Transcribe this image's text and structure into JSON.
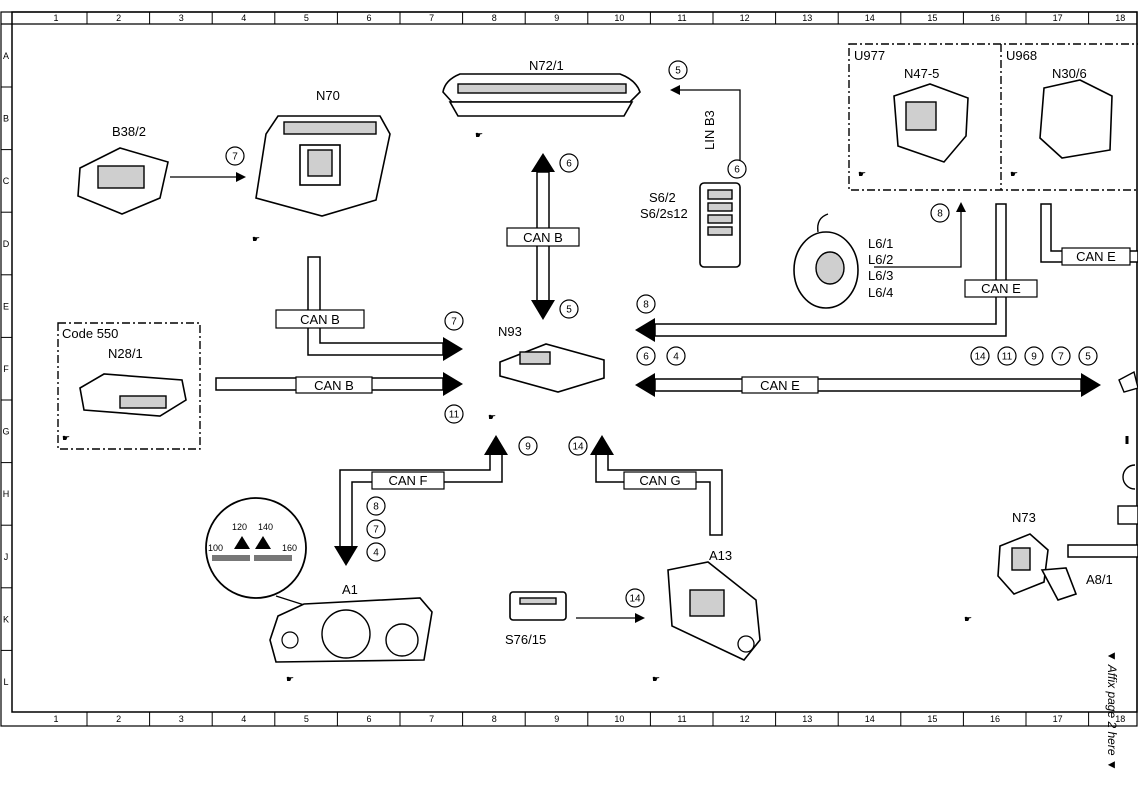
{
  "grid": {
    "columns": [
      "1",
      "2",
      "3",
      "4",
      "5",
      "6",
      "7",
      "8",
      "9",
      "10",
      "11",
      "12",
      "13",
      "14",
      "15",
      "16",
      "17",
      "18"
    ],
    "rows": [
      "A",
      "B",
      "C",
      "D",
      "E",
      "F",
      "G",
      "H",
      "J",
      "K",
      "L"
    ]
  },
  "components": {
    "n72_1": "N72/1",
    "n70": "N70",
    "b38_2": "B38/2",
    "s6_2": "S6/2",
    "s6_2s12": "S6/2s12",
    "u977": "U977",
    "n47_5": "N47-5",
    "u968": "U968",
    "n30_6": "N30/6",
    "l6_1": "L6/1",
    "l6_2": "L6/2",
    "l6_3": "L6/3",
    "l6_4": "L6/4",
    "code_550": "Code 550",
    "n28_1": "N28/1",
    "n93": "N93",
    "a1": "A1",
    "a13": "A13",
    "s76_15": "S76/15",
    "n73": "N73",
    "a8_1": "A8/1"
  },
  "buses": {
    "can_b_vertical": "CAN B",
    "can_b_n70": "CAN B",
    "can_b_n28": "CAN B",
    "can_e_main": "CAN E",
    "can_e_u977": "CAN E",
    "can_e_u968": "CAN E",
    "can_f": "CAN F",
    "can_g": "CAN G",
    "lin_b3": "LIN B3"
  },
  "callouts": {
    "c5_top": "5",
    "c6_lin": "6",
    "c7_b38": "7",
    "c6_canb": "6",
    "c5_canb": "5",
    "c8_l6": "8",
    "c8_cane": "8",
    "c7_n70": "7",
    "c6_n93": "6",
    "c4_n93": "4",
    "c11_n28": "11",
    "c14_e": "14",
    "c11_e": "11",
    "c9_e": "9",
    "c7_e": "7",
    "c5_e": "5",
    "c9_canf": "9",
    "c14_cang": "14",
    "c8_a1": "8",
    "c7_a1": "7",
    "c4_a1": "4",
    "c14_s76": "14"
  },
  "gauge_inset": {
    "t100": "100",
    "t120": "120",
    "t140": "140",
    "t160": "160"
  },
  "side_note": "▼ Affix page 2 here ▼"
}
